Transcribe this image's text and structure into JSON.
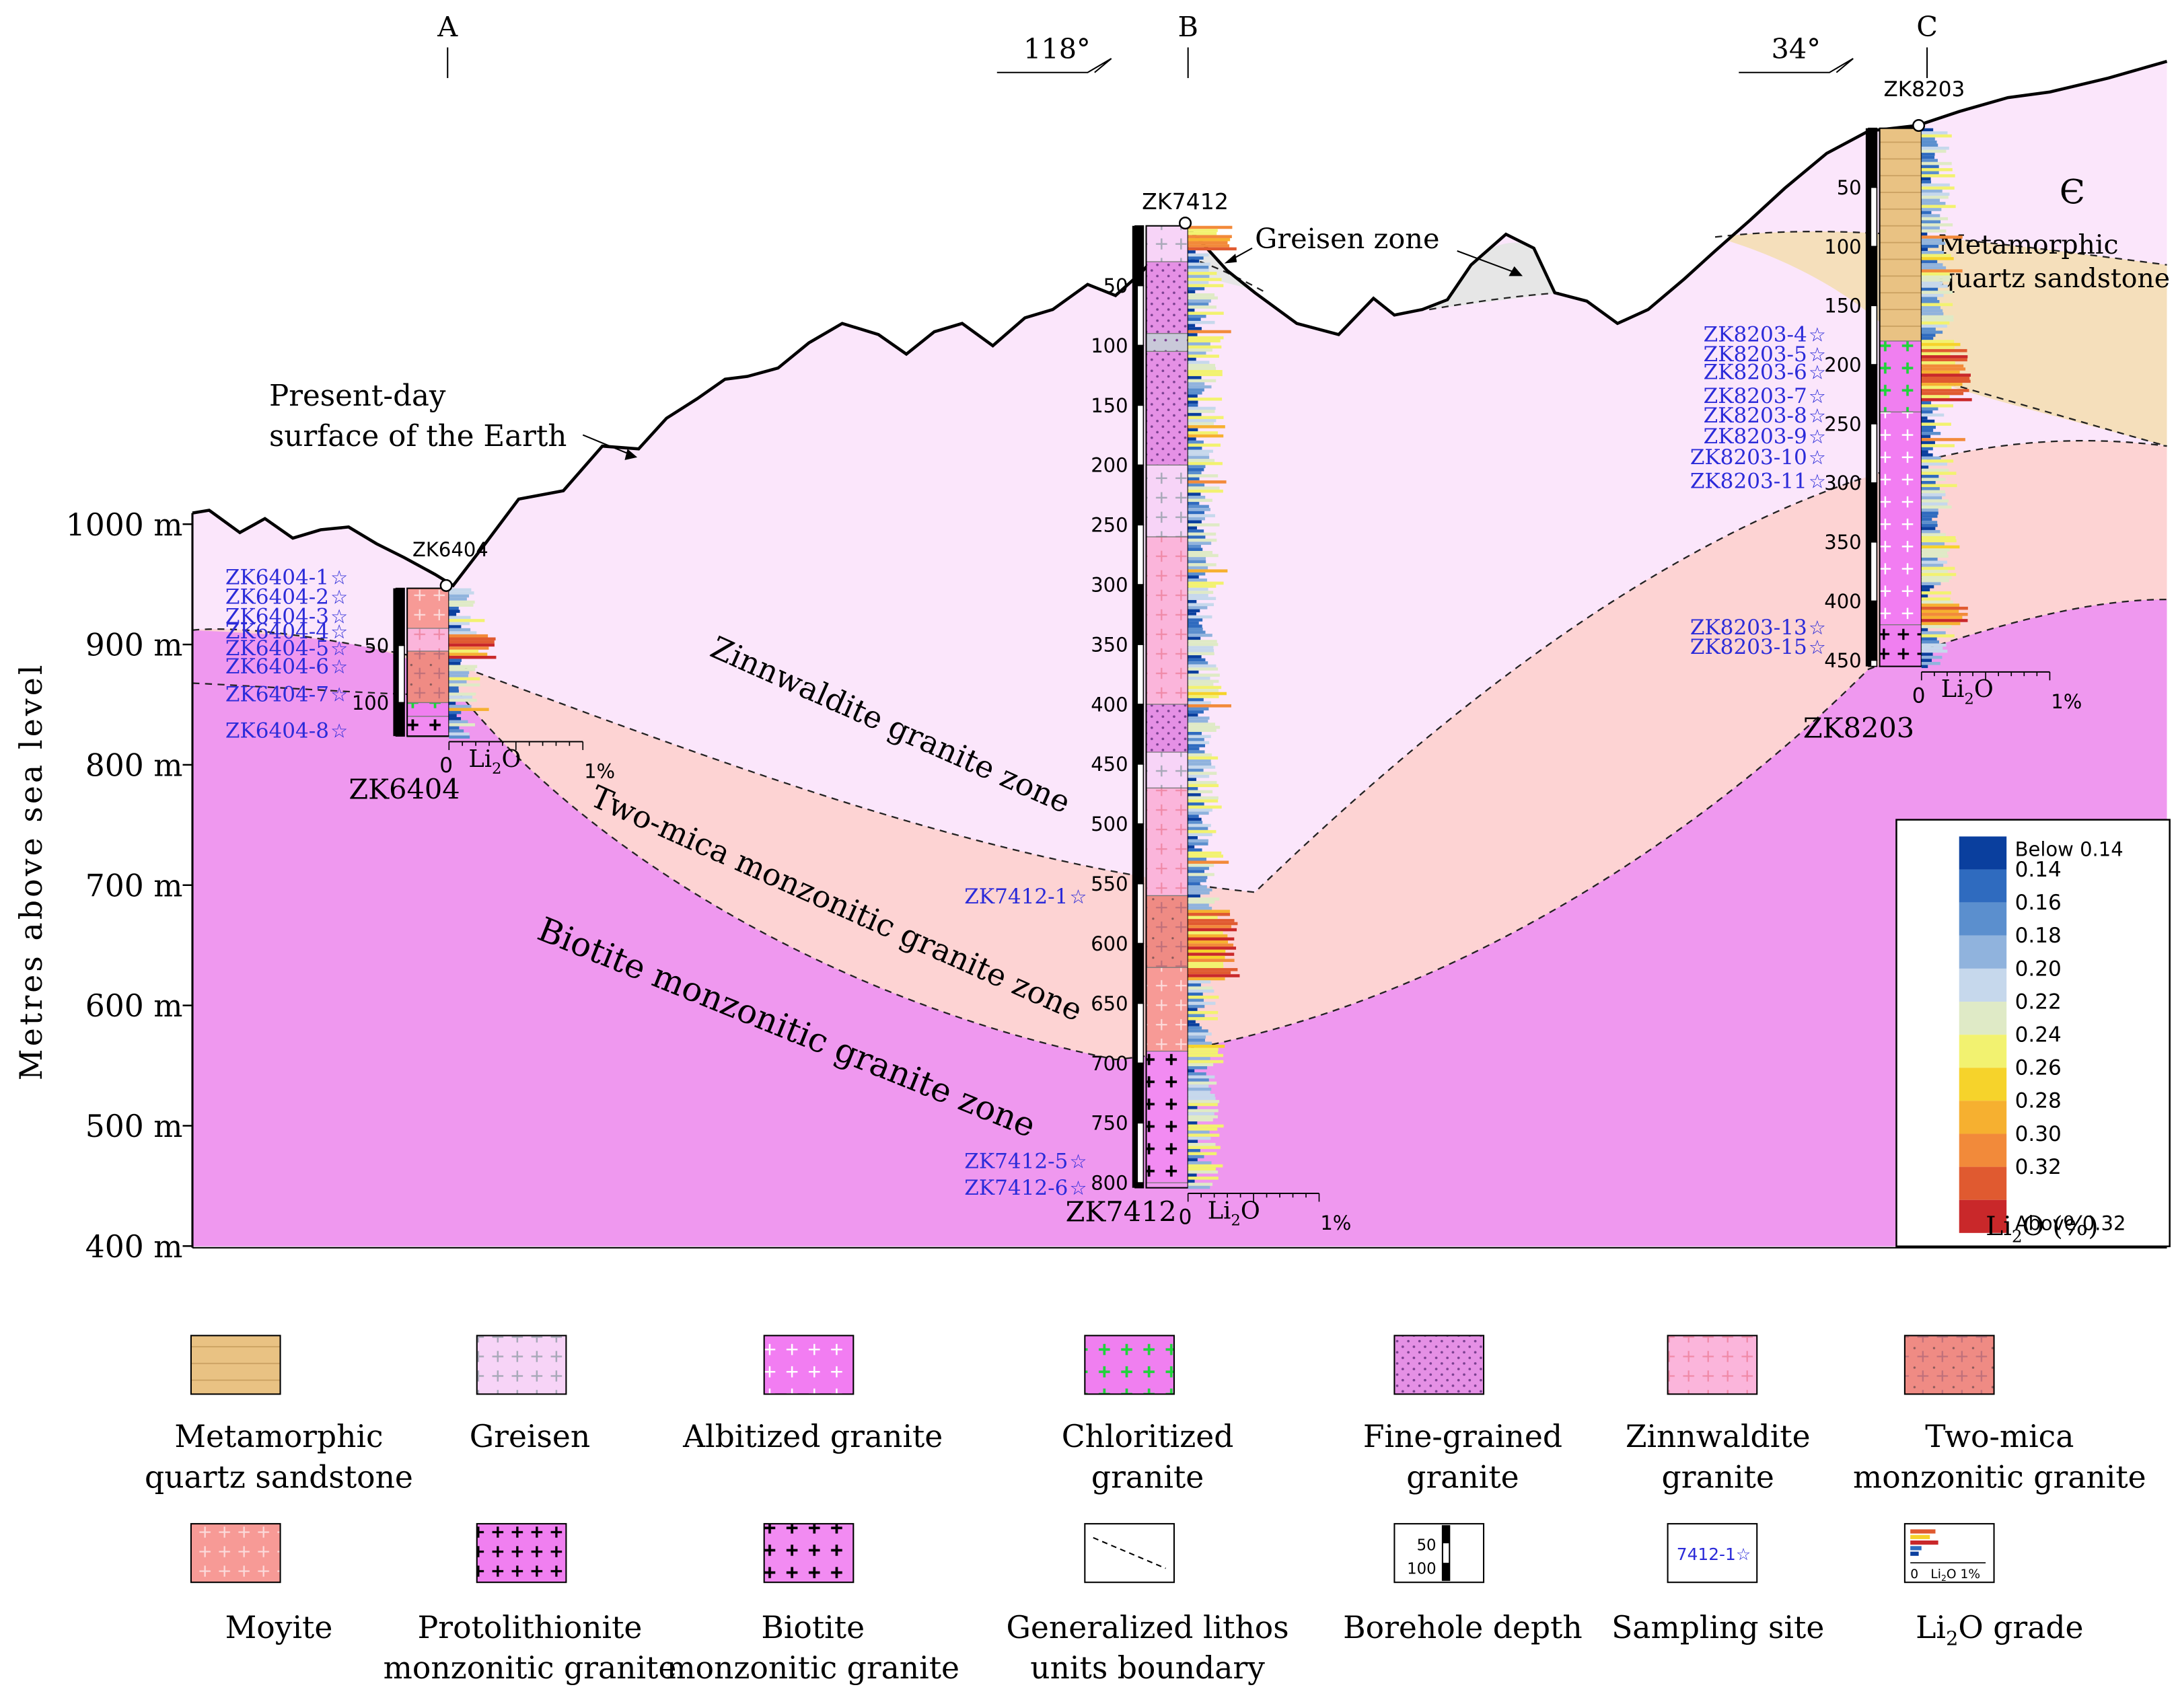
{
  "section_points": [
    {
      "label": "A"
    },
    {
      "label": "B",
      "strike": "118°"
    },
    {
      "label": "C",
      "strike": "34°"
    }
  ],
  "elevation_axis": {
    "title": "Metres above sea level",
    "ticks": [
      "1000 m",
      "900 m",
      "800 m",
      "700 m",
      "600 m",
      "500 m",
      "400 m"
    ]
  },
  "zones": {
    "zinnwaldite": "Zinnwaldite granite zone",
    "two_mica": "Two-mica monzonitic granite zone",
    "biotite": "Biotite monzonitic granite zone",
    "greisen": "Greisen zone",
    "surface_line1": "Present-day",
    "surface_line2": "surface of the Earth",
    "meta_symbol": "Є",
    "meta_line1": "Metamorphic",
    "meta_line2": "quartz sandstone"
  },
  "boreholes": {
    "zk6404": {
      "name": "ZK6404",
      "depth_ticks": [
        "50",
        "100"
      ],
      "grade_axis": {
        "zero": "0",
        "label": "Li",
        "sub": "2",
        "tail": "O",
        "max": "1%"
      },
      "samples": [
        "ZK6404-1",
        "ZK6404-2",
        "ZK6404-3",
        "ZK6404-4",
        "ZK6404-5",
        "ZK6404-6",
        "ZK6404-7",
        "ZK6404-8"
      ]
    },
    "zk7412": {
      "name": "ZK7412",
      "depth_ticks": [
        "50",
        "100",
        "150",
        "200",
        "250",
        "300",
        "350",
        "400",
        "450",
        "500",
        "550",
        "600",
        "650",
        "700",
        "750",
        "800"
      ],
      "grade_axis": {
        "zero": "0",
        "label": "Li",
        "sub": "2",
        "tail": "O",
        "max": "1%"
      },
      "samples": [
        "ZK7412-1",
        "ZK7412-5",
        "ZK7412-6"
      ]
    },
    "zk8203": {
      "name": "ZK8203",
      "depth_ticks": [
        "50",
        "100",
        "150",
        "200",
        "250",
        "300",
        "350",
        "400",
        "450"
      ],
      "grade_axis": {
        "zero": "0",
        "label": "Li",
        "sub": "2",
        "tail": "O",
        "max": "1%"
      },
      "samples": [
        "ZK8203-4",
        "ZK8203-5",
        "ZK8203-6",
        "ZK8203-7",
        "ZK8203-8",
        "ZK8203-9",
        "ZK8203-10",
        "ZK8203-11",
        "ZK8203-13",
        "ZK8203-15"
      ]
    }
  },
  "grade_legend": {
    "title_main": "Li",
    "title_sub": "2",
    "title_tail": "O (%)",
    "bins": [
      {
        "label": "Below 0.14",
        "color": "#0a3f9e"
      },
      {
        "label": "0.14",
        "color": "#2f6bbf"
      },
      {
        "label": "0.16",
        "color": "#5b8fce"
      },
      {
        "label": "0.18",
        "color": "#90b3dd"
      },
      {
        "label": "0.20",
        "color": "#c6d8ec"
      },
      {
        "label": "0.22",
        "color": "#dfeac6"
      },
      {
        "label": "0.24",
        "color": "#f2f270"
      },
      {
        "label": "0.26",
        "color": "#f6d32b"
      },
      {
        "label": "0.28",
        "color": "#f6b030"
      },
      {
        "label": "0.30",
        "color": "#f28a3a"
      },
      {
        "label": "0.32",
        "color": "#e05a30"
      },
      {
        "label": "Above 0.32",
        "color": "#c9282a"
      }
    ]
  },
  "legend": [
    {
      "lines": [
        "Metamorphic",
        "quartz sandstone"
      ],
      "pattern": "sandstone"
    },
    {
      "lines": [
        "Greisen"
      ],
      "pattern": "greisen"
    },
    {
      "lines": [
        "Albitized granite"
      ],
      "pattern": "albitized"
    },
    {
      "lines": [
        "Chloritized",
        "granite"
      ],
      "pattern": "chloritized"
    },
    {
      "lines": [
        "Fine-grained",
        "granite"
      ],
      "pattern": "finegrained"
    },
    {
      "lines": [
        "Zinnwaldite",
        "granite"
      ],
      "pattern": "zinnwaldite"
    },
    {
      "lines": [
        "Two-mica",
        "monzonitic granite"
      ],
      "pattern": "twomica"
    },
    {
      "lines": [
        "Moyite"
      ],
      "pattern": "moyite"
    },
    {
      "lines": [
        "Protolithionite",
        "monzonitic granite"
      ],
      "pattern": "protolithionite"
    },
    {
      "lines": [
        "Biotite",
        "monzonitic granite"
      ],
      "pattern": "biotite"
    },
    {
      "lines": [
        "Generalized  lithos",
        "units boundary"
      ],
      "pattern": "boundary"
    },
    {
      "lines": [
        "Borehole depth"
      ],
      "pattern": "depth",
      "sample_ticks": [
        "50",
        "100"
      ]
    },
    {
      "lines": [
        "Sampling site"
      ],
      "pattern": "sample",
      "sample_text": "7412-1"
    },
    {
      "lines": [
        "Li",
        "2",
        "O grade"
      ],
      "pattern": "grade",
      "sample_axis": [
        "0",
        "Li",
        "2",
        "O",
        "1%"
      ]
    }
  ],
  "colors": {
    "zinnwaldite_zone": "#fbe6fb",
    "two_mica_zone": "#fdd3d3",
    "biotite_zone": "#ef98ef",
    "sandstone": "#f5dfbb",
    "greisen_zone": "#e6e6e6",
    "sample_blue": "#2b2bd9"
  }
}
